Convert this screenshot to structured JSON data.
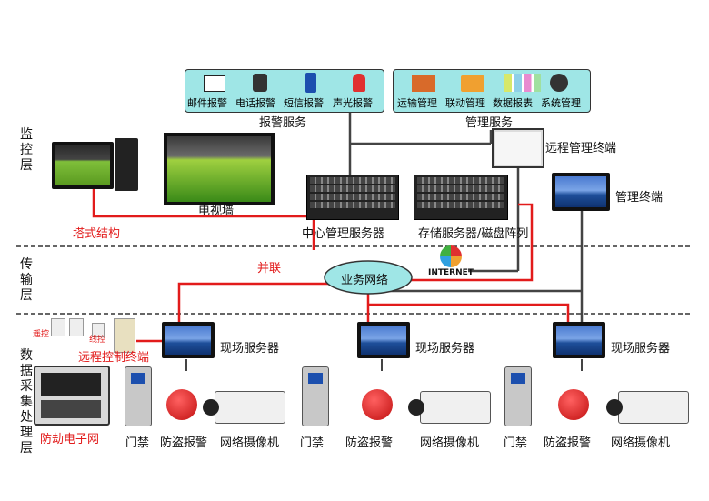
{
  "layers": {
    "monitor": "监控层",
    "transport": "传输层",
    "collect": "数据采集处理层"
  },
  "alarm_services": {
    "items": [
      "邮件报警",
      "电话报警",
      "短信报警",
      "声光报警"
    ],
    "caption": "报警服务"
  },
  "management_services": {
    "items": [
      "运输管理",
      "联动管理",
      "数据报表",
      "系统管理"
    ],
    "caption": "管理服务"
  },
  "labels": {
    "remote_mgmt_terminal": "远程管理终端",
    "video_wall": "电视墙",
    "central_server": "中心管理服务器",
    "storage_server": "存储服务器/磁盘阵列",
    "mgmt_terminal": "管理终端",
    "tower_structure": "塔式结构",
    "parallel": "并联",
    "business_network": "业务网络",
    "internet": "INTERNET",
    "remote_control_terminal": "远程控制终端",
    "remote_ctrl": "遥控",
    "wire_ctrl": "线控",
    "anti_robbery": "防劫电子网"
  },
  "sites": [
    {
      "server": "现场服务器",
      "door": "门禁",
      "alarm": "防盗报警",
      "camera": "网络摄像机"
    },
    {
      "server": "现场服务器",
      "door": "门禁",
      "alarm": "防盗报警",
      "camera": "网络摄像机"
    },
    {
      "server": "现场服务器",
      "door": "门禁",
      "alarm": "防盗报警",
      "camera": "网络摄像机"
    }
  ],
  "colors": {
    "accent_red": "#e21b1b",
    "service_box": "#9fe6e6",
    "line_dark": "#333333"
  }
}
